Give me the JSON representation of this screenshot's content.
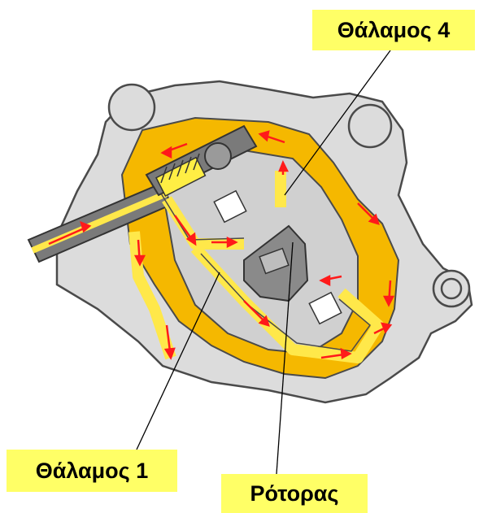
{
  "labels": {
    "chamber4": "Θάλαμος 4",
    "chamber1": "Θάλαμος 1",
    "rotor": "Ρότορας"
  },
  "colors": {
    "housing": "#dcdcdc",
    "housing_outline": "#4a4a4a",
    "oil_channel": "#f5b800",
    "oil_light": "#ffe84a",
    "arrow": "#ff1a1a",
    "label_bg": "#ffff66"
  },
  "icons": [
    "spring-icon",
    "ball-valve-icon",
    "rotor-icon",
    "flow-arrow-icon"
  ]
}
